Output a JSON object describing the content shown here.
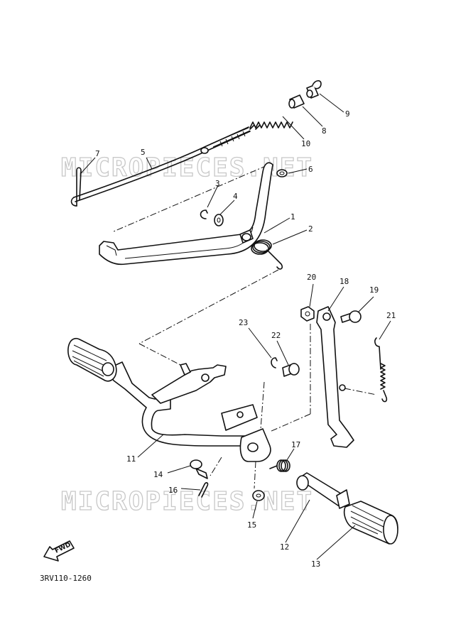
{
  "watermark": "MICROPIECES.NET",
  "diagram_code": "3RV110-1260",
  "fwd_label": "FWD",
  "callouts": [
    "1",
    "2",
    "3",
    "4",
    "5",
    "6",
    "7",
    "8",
    "9",
    "10",
    "11",
    "12",
    "13",
    "14",
    "15",
    "16",
    "17",
    "18",
    "19",
    "20",
    "21",
    "22",
    "23"
  ]
}
